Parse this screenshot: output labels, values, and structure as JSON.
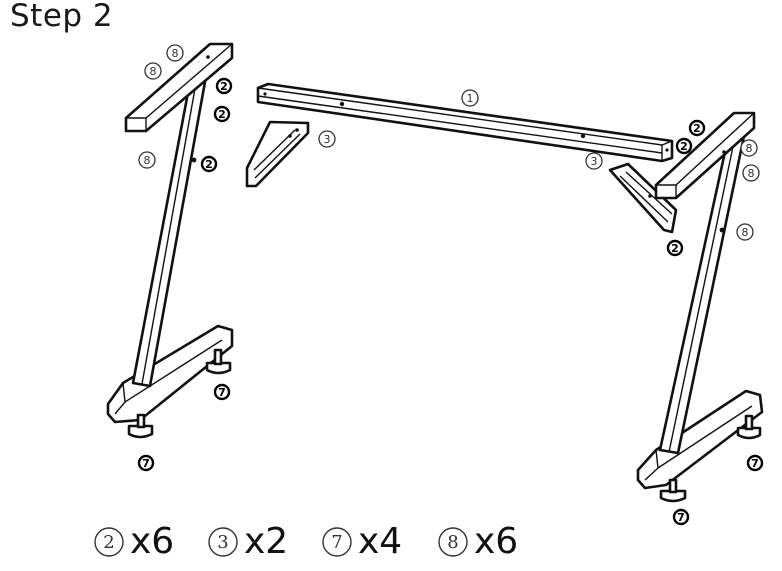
{
  "title": "Step 2",
  "part_numbers": {
    "crossbar": "1",
    "screw": "2",
    "bracket": "3",
    "foot": "7",
    "cap": "8"
  },
  "legend": [
    {
      "part": "2",
      "qty": "x6"
    },
    {
      "part": "3",
      "qty": "x2"
    },
    {
      "part": "7",
      "qty": "x4"
    },
    {
      "part": "8",
      "qty": "x6"
    }
  ]
}
